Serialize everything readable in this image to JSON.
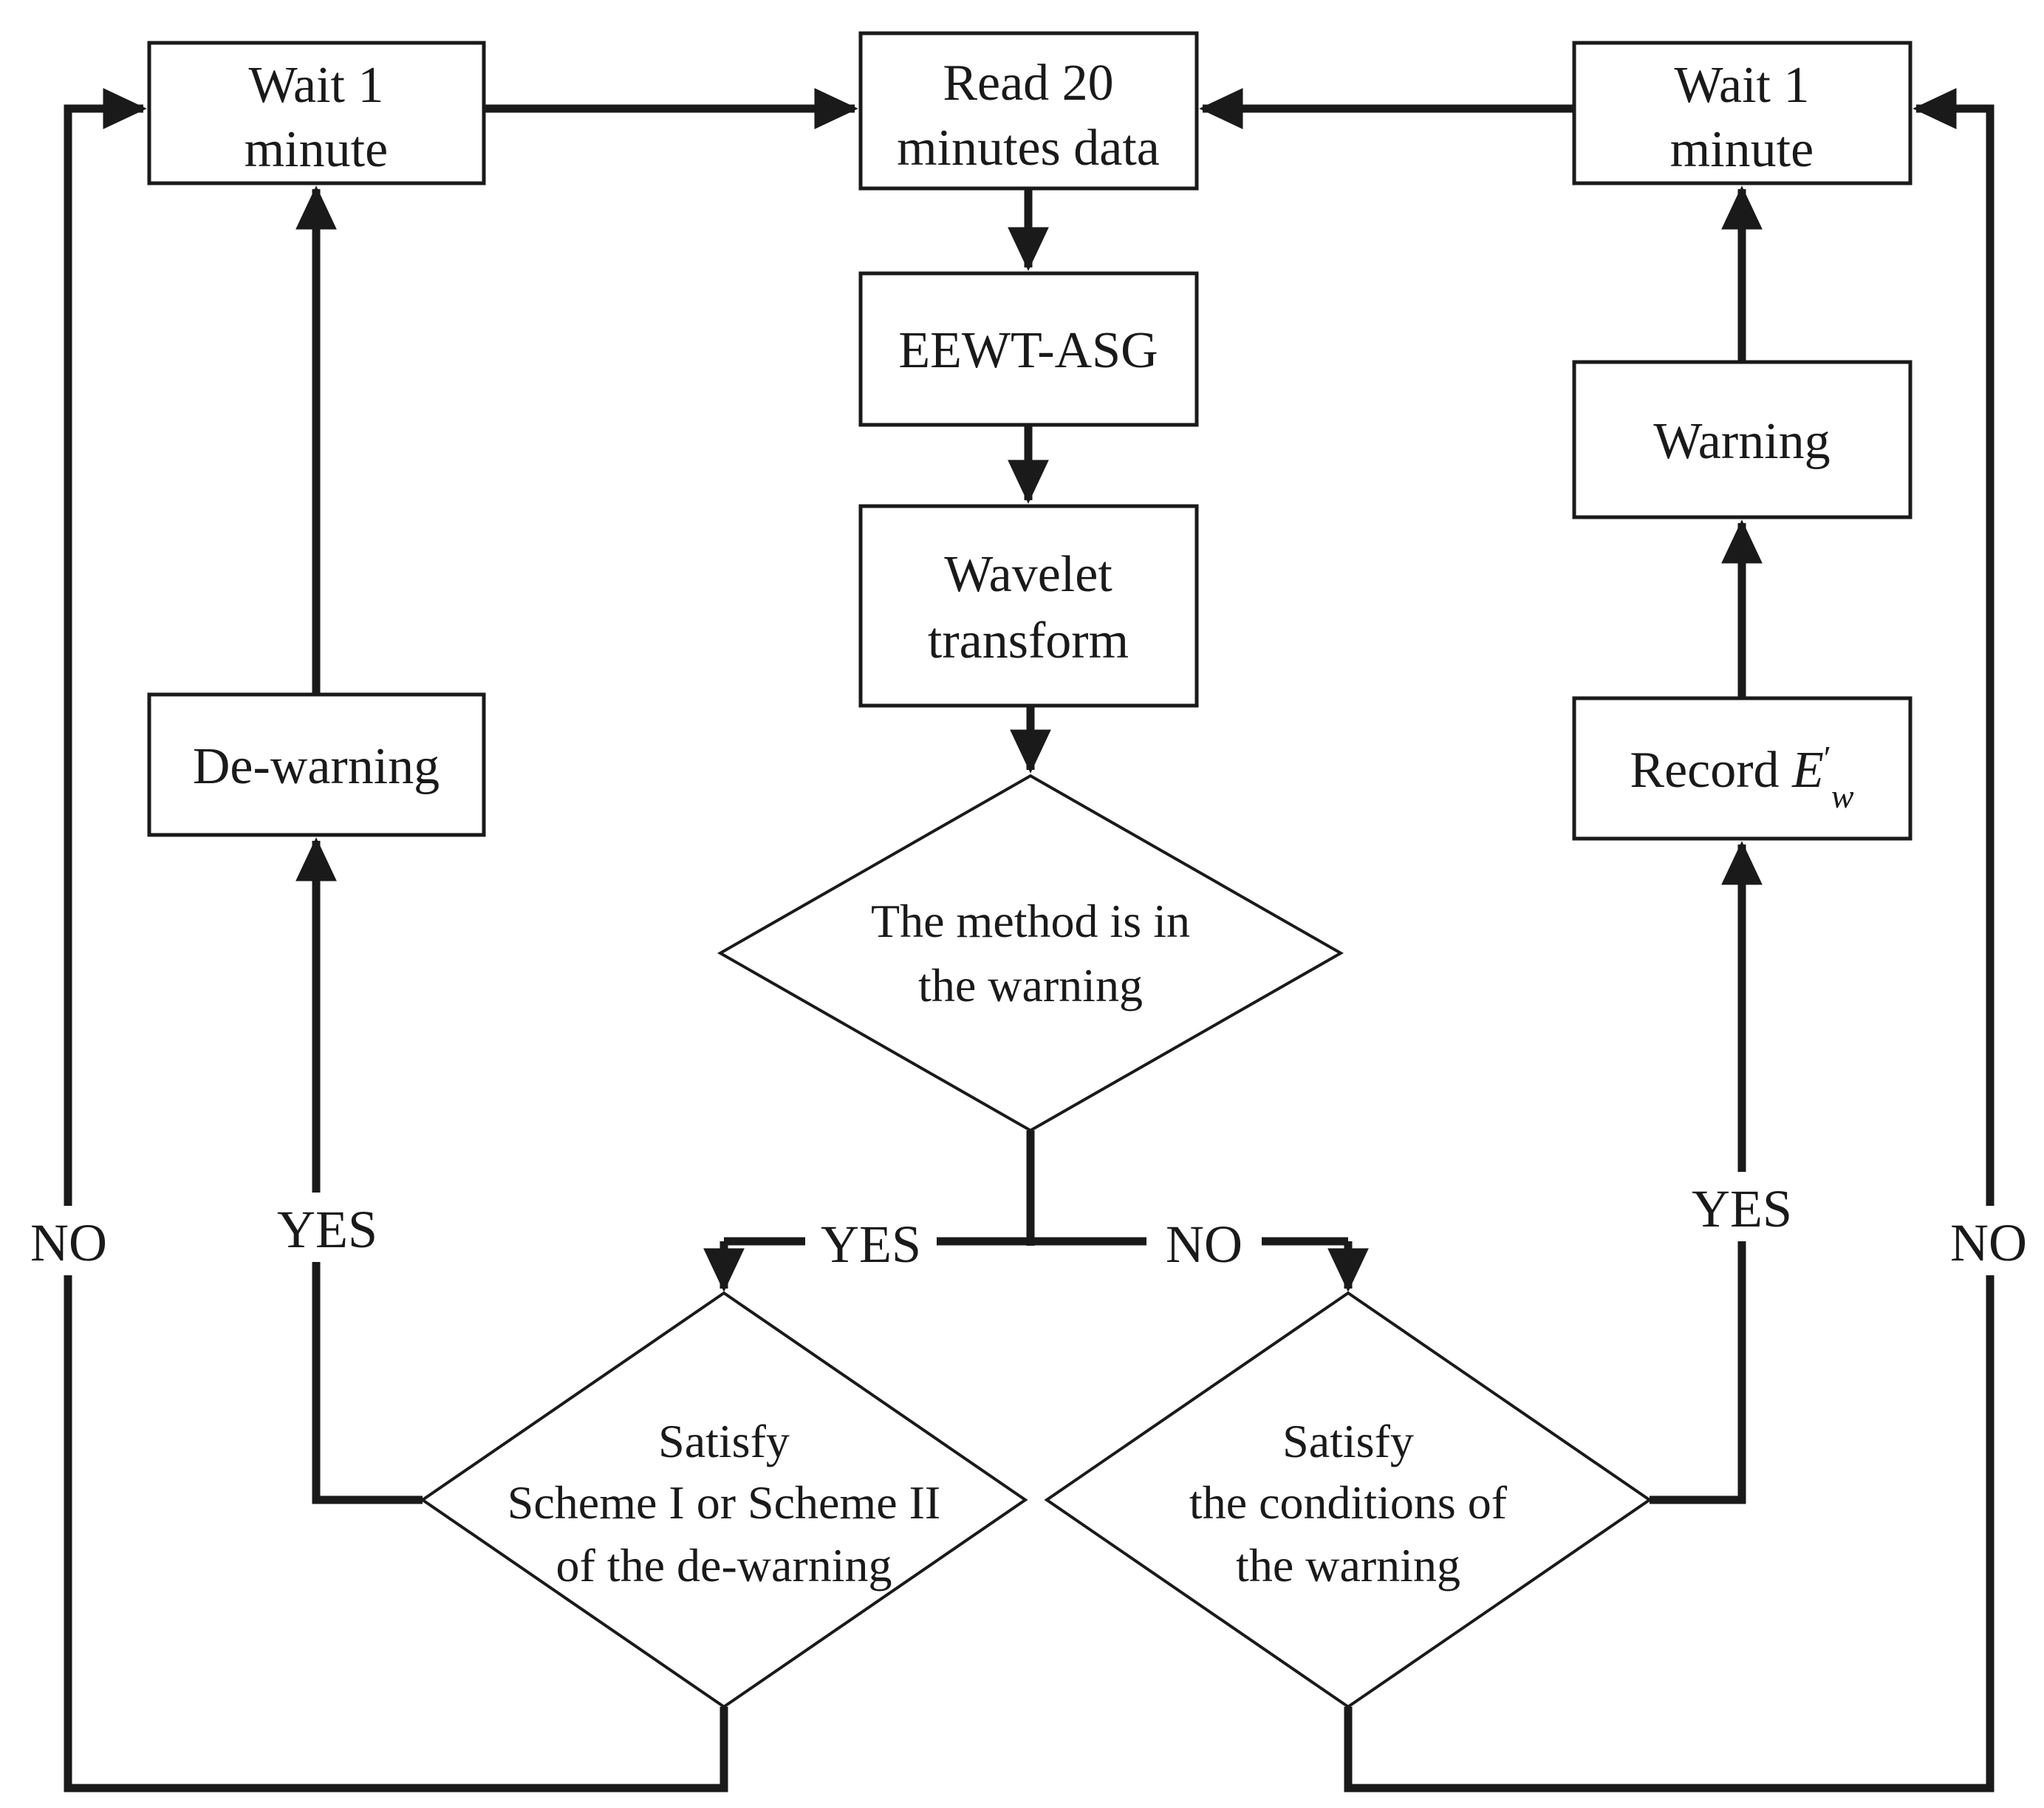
{
  "diagram": {
    "background_color": "#ffffff",
    "ink_color": "#1a1a1a",
    "nodes": {
      "wait_left": {
        "type": "process",
        "lines": [
          "Wait 1",
          "minute"
        ]
      },
      "read20": {
        "type": "process",
        "lines": [
          "Read 20",
          "minutes data"
        ]
      },
      "wait_right": {
        "type": "process",
        "lines": [
          "Wait 1",
          "minute"
        ]
      },
      "eewt": {
        "type": "process",
        "lines": [
          "EEWT-ASG"
        ]
      },
      "wavelet": {
        "type": "process",
        "lines": [
          "Wavelet",
          "transform"
        ]
      },
      "dewarning": {
        "type": "process",
        "lines": [
          "De-warning"
        ]
      },
      "warning": {
        "type": "process",
        "lines": [
          "Warning"
        ]
      },
      "record": {
        "type": "process",
        "prefix": "Record ",
        "var_base": "E",
        "var_prime": "′",
        "var_sub": "w"
      },
      "decision_center": {
        "type": "decision",
        "lines": [
          "The method is in",
          "the warning"
        ]
      },
      "decision_left": {
        "type": "decision",
        "lines": [
          "Satisfy",
          "Scheme I or Scheme II",
          "of the de-warning"
        ]
      },
      "decision_right": {
        "type": "decision",
        "lines": [
          "Satisfy",
          "the conditions of",
          "the warning"
        ]
      }
    },
    "edge_labels": {
      "yes_left": "YES",
      "no_left": "NO",
      "yes_split": "YES",
      "no_split": "NO",
      "yes_right": "YES",
      "no_right": "NO"
    }
  }
}
